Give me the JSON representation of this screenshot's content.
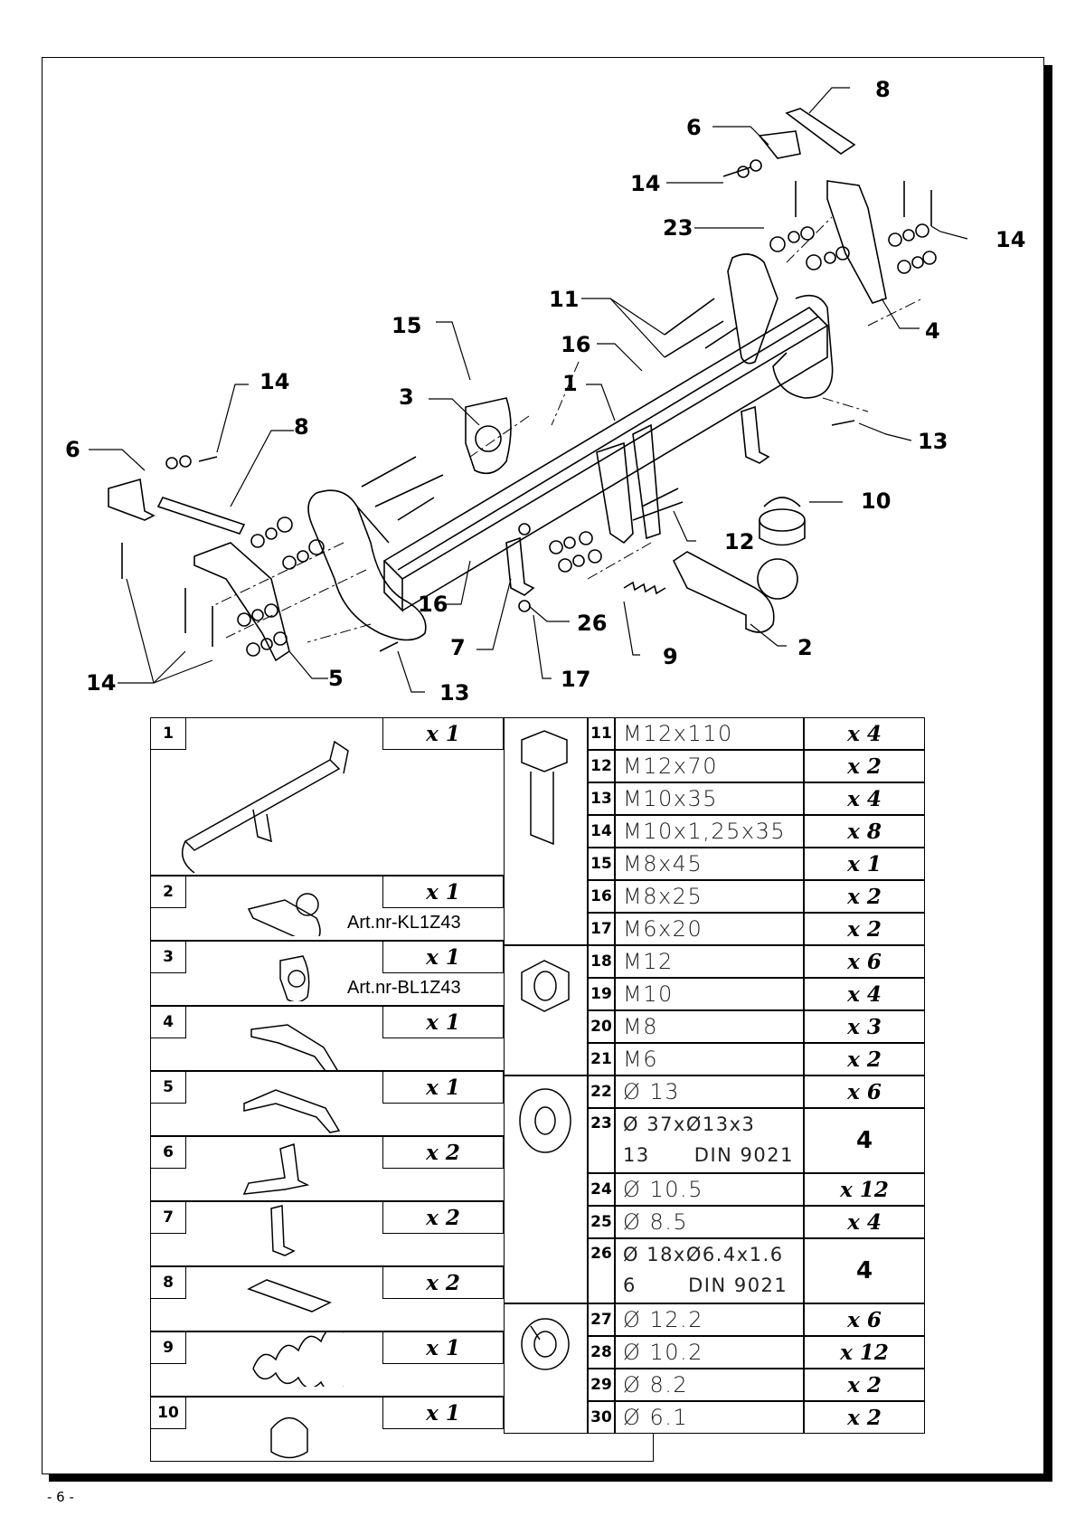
{
  "page_number": "- 6 -",
  "callouts": {
    "c8a": "8",
    "c6a": "6",
    "c14a": "14",
    "c23": "23",
    "c14b": "14",
    "c4": "4",
    "c11": "11",
    "c15": "15",
    "c16a": "16",
    "c3": "3",
    "c1": "1",
    "c13a": "13",
    "c14c": "14",
    "c8b": "8",
    "c6b": "6",
    "c10": "10",
    "c12": "12",
    "c16b": "16",
    "c26": "26",
    "c7": "7",
    "c9": "9",
    "c2": "2",
    "c14d": "14",
    "c5": "5",
    "c13b": "13",
    "c17": "17"
  },
  "parts_left": [
    {
      "num": "1",
      "qty": "x 1",
      "art": ""
    },
    {
      "num": "2",
      "qty": "x 1",
      "art": "Art.nr-KL1Z43"
    },
    {
      "num": "3",
      "qty": "x 1",
      "art": "Art.nr-BL1Z43"
    },
    {
      "num": "4",
      "qty": "x 1",
      "art": ""
    },
    {
      "num": "5",
      "qty": "x 1",
      "art": ""
    },
    {
      "num": "6",
      "qty": "x 2",
      "art": ""
    },
    {
      "num": "7",
      "qty": "x 2",
      "art": ""
    },
    {
      "num": "8",
      "qty": "x 2",
      "art": ""
    },
    {
      "num": "9",
      "qty": "x 1",
      "art": ""
    },
    {
      "num": "10",
      "qty": "x 1",
      "art": ""
    }
  ],
  "parts_right": [
    {
      "num": "11",
      "spec": "M12x110",
      "qty": "x 4"
    },
    {
      "num": "12",
      "spec": "M12x70",
      "qty": "x 2"
    },
    {
      "num": "13",
      "spec": "M10x35",
      "qty": "x 4"
    },
    {
      "num": "14",
      "spec": "M10x1,25x35",
      "qty": "x 8"
    },
    {
      "num": "15",
      "spec": "M8x45",
      "qty": "x 1"
    },
    {
      "num": "16",
      "spec": "M8x25",
      "qty": "x 2"
    },
    {
      "num": "17",
      "spec": "M6x20",
      "qty": "x 2"
    },
    {
      "num": "18",
      "spec": "M12",
      "qty": "x 6"
    },
    {
      "num": "19",
      "spec": "M10",
      "qty": "x 4"
    },
    {
      "num": "20",
      "spec": "M8",
      "qty": "x 3"
    },
    {
      "num": "21",
      "spec": "M6",
      "qty": "x 2"
    },
    {
      "num": "22",
      "spec": "Ø 13",
      "qty": "x 6"
    },
    {
      "num": "23",
      "spec": "Ø 37xØ13x3",
      "spec_line2": "13      DIN 9021",
      "qty": "4"
    },
    {
      "num": "24",
      "spec": "Ø 10.5",
      "qty": "x 12"
    },
    {
      "num": "25",
      "spec": "Ø 8.5",
      "qty": "x 4"
    },
    {
      "num": "26",
      "spec": "Ø 18xØ6.4x1.6",
      "spec_line2": "6       DIN 9021",
      "qty": "4"
    },
    {
      "num": "27",
      "spec": "Ø 12.2",
      "qty": "x 6"
    },
    {
      "num": "28",
      "spec": "Ø 10.2",
      "qty": "x 12"
    },
    {
      "num": "29",
      "spec": "Ø 8.2",
      "qty": "x 2"
    },
    {
      "num": "30",
      "spec": "Ø 6.1",
      "qty": "x 2"
    }
  ]
}
